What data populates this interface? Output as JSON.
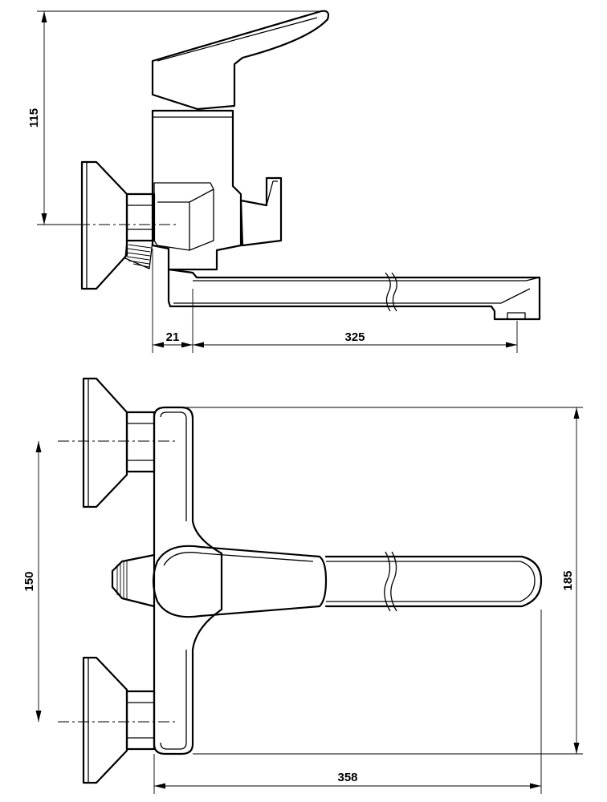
{
  "dimensions": {
    "side_height": "115",
    "side_offset": "21",
    "side_spout_length": "325",
    "top_centers": "150",
    "top_depth": "185",
    "top_width": "358"
  }
}
